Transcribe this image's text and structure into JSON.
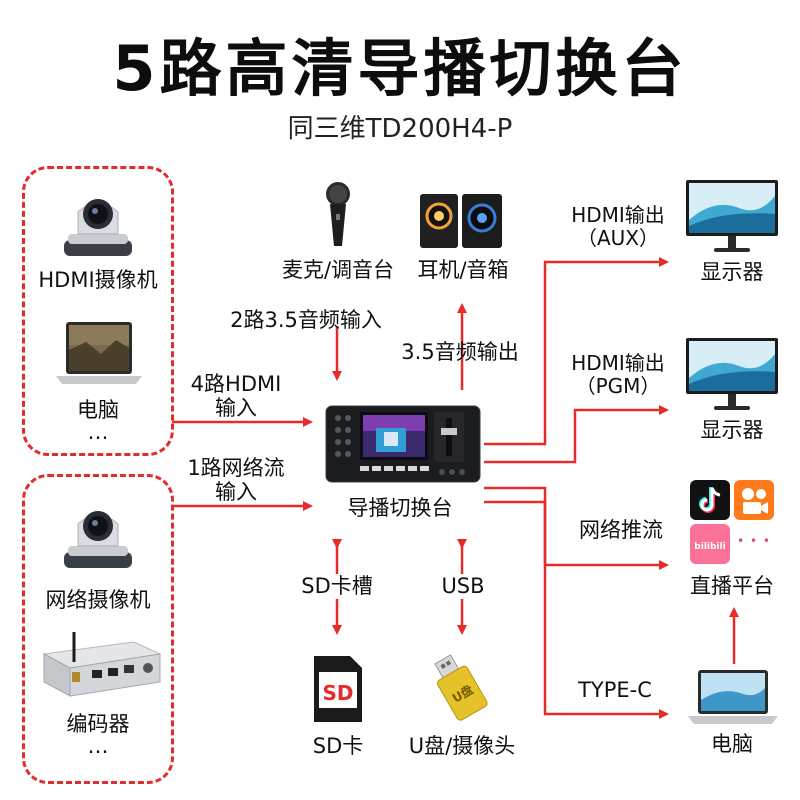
{
  "title": "5路高清导播切换台",
  "subtitle": "同三维TD200H4-P",
  "inputs": {
    "group1": {
      "camera": "HDMI摄像机",
      "computer": "电脑",
      "more": "…"
    },
    "group2": {
      "camera": "网络摄像机",
      "encoder": "编码器",
      "more": "…"
    },
    "hdmi_in": "4路HDMI\n输入",
    "net_in": "1路网络流\n输入"
  },
  "audio": {
    "mic": "麦克/调音台",
    "speaker": "耳机/音箱",
    "audio_in": "2路3.5音频输入",
    "audio_out": "3.5音频输出"
  },
  "center": {
    "label": "导播切换台"
  },
  "storage": {
    "sd_slot": "SD卡槽",
    "usb": "USB",
    "sd_card": "SD卡",
    "sd_logo": "SD",
    "usb_device": "U盘/摄像头",
    "usb_logo": "U盘"
  },
  "outputs": {
    "aux": "HDMI输出\n（AUX）",
    "pgm": "HDMI输出\n（PGM）",
    "monitor1": "显示器",
    "monitor2": "显示器",
    "stream": "网络推流",
    "live": "直播平台",
    "typec": "TYPE-C",
    "pc": "电脑",
    "more_dots": "• • •",
    "bili_logo": "bilibili"
  },
  "colors": {
    "accent": "#e52b2b",
    "text": "#111111"
  }
}
